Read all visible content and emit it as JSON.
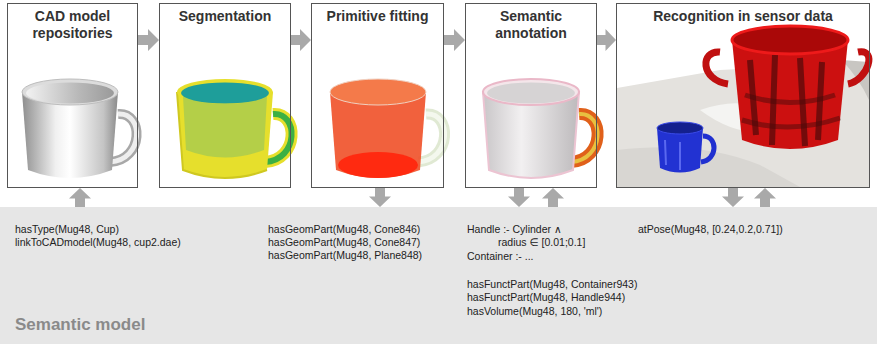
{
  "diagram": {
    "nodes": [
      {
        "text": [
          "CAD model repositories"
        ]
      },
      {
        "text": [
          "Segmentation"
        ]
      },
      {
        "text": [
          "Primitive fitting"
        ]
      },
      {
        "text": [
          "Semantic annotation"
        ]
      },
      {
        "text": [
          "Recognition in sensor data"
        ]
      },
      {
        "text": [
          "Semantic model"
        ]
      }
    ],
    "edges": [
      {
        "from": 0,
        "to": 1,
        "arrow": "to"
      },
      {
        "from": 1,
        "to": 2,
        "arrow": "to"
      },
      {
        "from": 2,
        "to": 3,
        "arrow": "to"
      },
      {
        "from": 3,
        "to": 4,
        "arrow": "to"
      },
      {
        "from": 5,
        "to": 0,
        "arrow": "to"
      },
      {
        "from": 2,
        "to": 5,
        "arrow": "to"
      },
      {
        "from": 3,
        "to": 5,
        "arrow": "to"
      },
      {
        "from": 5,
        "to": 3,
        "arrow": "to"
      },
      {
        "from": 4,
        "to": 5,
        "arrow": "to"
      },
      {
        "from": 5,
        "to": 4,
        "arrow": "to"
      }
    ],
    "labels": [
      "hasType(Mug48, Cup)",
      "linkToCADmodel(Mug48, cup2.dae)",
      "hasGeomPart(Mug48, Cone846)",
      "hasGeomPart(Mug48, Cone847)",
      "hasGeomPart(Mug48, Plane848)",
      "Handle :- Cylinder ∧",
      "radius ∈ [0.01;0.1]",
      "Container :- ...",
      "hasFunctPart(Mug48, Container943)",
      "hasFunctPart(Mug48, Handle944)",
      "hasVolume(Mug48, 180, 'ml')",
      "atPose(Mug48, [0.24,0.2,0.71])"
    ]
  }
}
